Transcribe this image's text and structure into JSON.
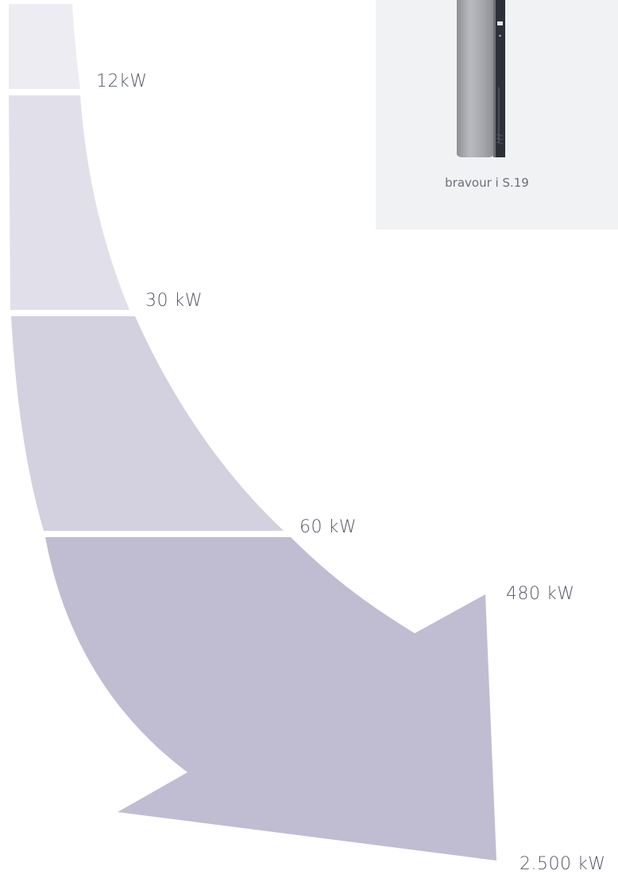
{
  "levels": [
    {
      "label": "12kW",
      "value_kw": 12
    },
    {
      "label": "30 kW",
      "value_kw": 30
    },
    {
      "label": "60 kW",
      "value_kw": 60
    },
    {
      "label": "480 kW",
      "value_kw": 480
    },
    {
      "label": "2.500 kW",
      "value_kw": 2500
    }
  ],
  "product": {
    "name": "bravour i S.19",
    "image": "heat-pump-unit"
  },
  "colors": {
    "band_1": "#ececf2",
    "band_2": "#e1e0ea",
    "band_3": "#d3d0df",
    "band_4": "#c0bdd2",
    "divider": "#ffffff",
    "label_text": "#555a66",
    "card_background": "#f1f2f4"
  }
}
